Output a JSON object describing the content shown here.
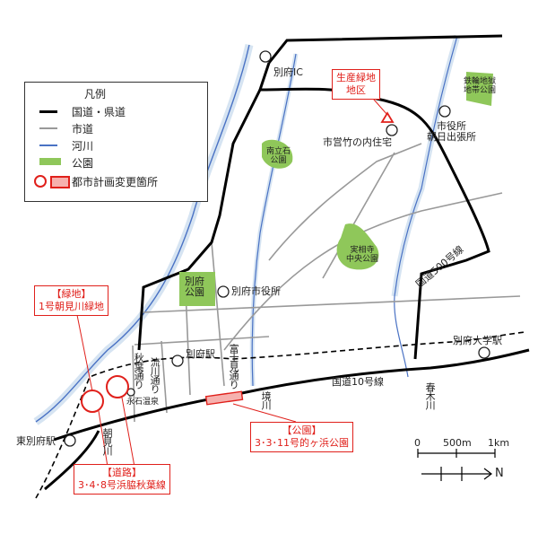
{
  "legend": {
    "title": "凡例",
    "items": [
      {
        "label": "国道・県道",
        "color": "#000000",
        "type": "line"
      },
      {
        "label": "市道",
        "color": "#999999",
        "type": "line"
      },
      {
        "label": "河川",
        "color": "#4a72c4",
        "type": "line"
      },
      {
        "label": "公園",
        "color": "#8fc75a",
        "type": "fill"
      },
      {
        "label": "都市計画変更箇所",
        "color": "#e0201b",
        "type": "marker"
      }
    ]
  },
  "places": {
    "beppu_ic": "別府IC",
    "seisan_ryokuchi": "生産緑地\n地区",
    "ichiei_takenouchi": "市営竹の内住宅",
    "shiyakusho_asahi": "市役所\n朝日出張所",
    "tetsurin": "鉄輪地獄\n地帯公園",
    "minami_tateishi": "南立石\n公園",
    "jissoji": "実相寺\n中央公園",
    "kokudo500": "国道500号線",
    "beppu_park": "別府\n公園",
    "beppu_city_office": "別府市役所",
    "beppu_station": "別府駅",
    "nagaishi_onsen": "永石温泉",
    "beppu_daigaku_station": "別府大学駅",
    "kokudo10": "国道10号線",
    "higashi_beppu_station": "東別府駅",
    "akiba_dori": "秋葉通り",
    "nagarekawa_dori": "流川通り",
    "fujimi_dori": "富士見通り",
    "sakai_river": "境川",
    "haruki_river": "春木川",
    "asami_river": "朝見川"
  },
  "callouts": {
    "ryokuchi": "【緑地】\n1号朝見川緑地",
    "road": "【道路】\n3･4･8号浜脇秋葉線",
    "park": "【公園】\n3･3･11号的ヶ浜公園"
  },
  "scale": {
    "ticks": [
      "0",
      "500m",
      "1km"
    ],
    "north": "N"
  },
  "colors": {
    "road": "#000000",
    "city_road": "#999999",
    "river": "#4a72c4",
    "river_fill": "#d6e4f2",
    "park": "#8fc75a",
    "change": "#e0201b"
  }
}
